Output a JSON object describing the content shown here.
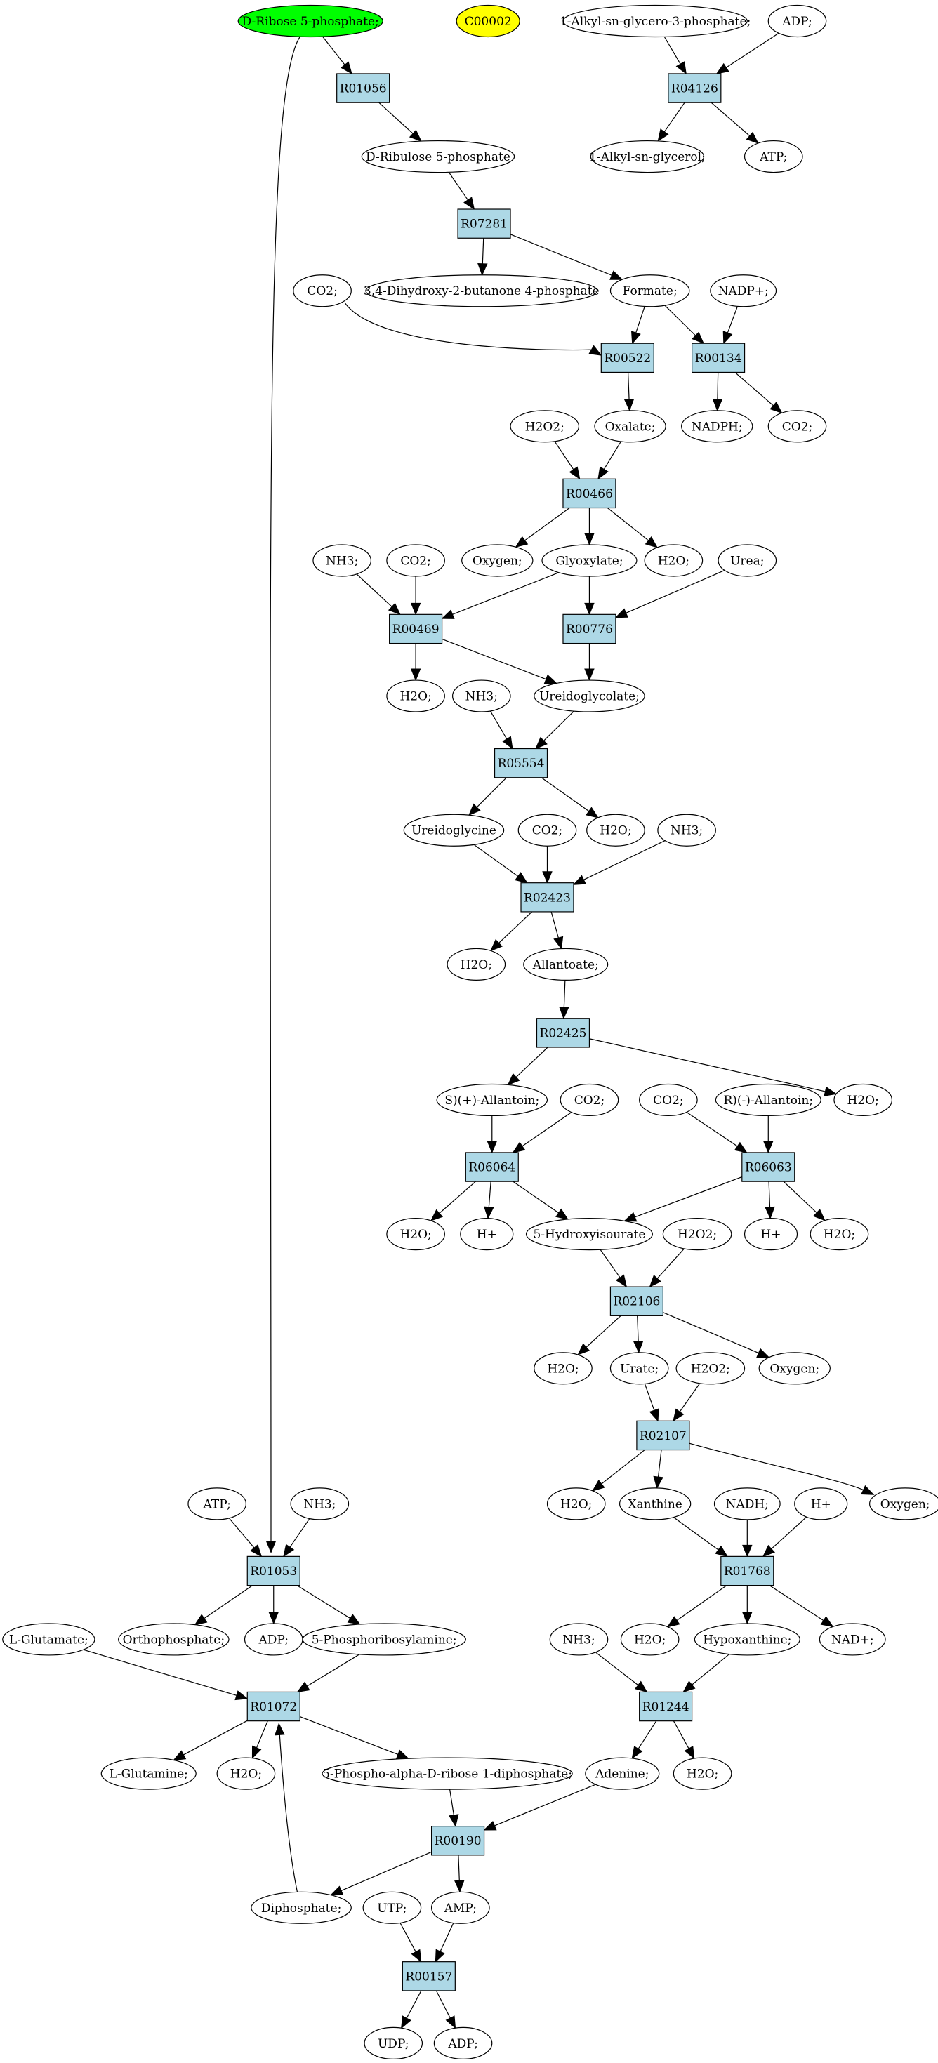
{
  "diagram": {
    "colors": {
      "reaction_fill": "#add8e6",
      "compound_fill": "#ffffff",
      "highlight_green": "#00ff00",
      "highlight_yellow": "#ffff00"
    },
    "reactions": [
      {
        "id": "r01056",
        "label": "R01056"
      },
      {
        "id": "r04126",
        "label": "R04126"
      },
      {
        "id": "r07281",
        "label": "R07281"
      },
      {
        "id": "r00522",
        "label": "R00522"
      },
      {
        "id": "r00134",
        "label": "R00134"
      },
      {
        "id": "r00466",
        "label": "R00466"
      },
      {
        "id": "r00469",
        "label": "R00469"
      },
      {
        "id": "r00776",
        "label": "R00776"
      },
      {
        "id": "r05554",
        "label": "R05554"
      },
      {
        "id": "r02423",
        "label": "R02423"
      },
      {
        "id": "r02425",
        "label": "R02425"
      },
      {
        "id": "r06064",
        "label": "R06064"
      },
      {
        "id": "r06063",
        "label": "R06063"
      },
      {
        "id": "r02106",
        "label": "R02106"
      },
      {
        "id": "r02107",
        "label": "R02107"
      },
      {
        "id": "r01768",
        "label": "R01768"
      },
      {
        "id": "r01053",
        "label": "R01053"
      },
      {
        "id": "r01244",
        "label": "R01244"
      },
      {
        "id": "r01072",
        "label": "R01072"
      },
      {
        "id": "r00190",
        "label": "R00190"
      },
      {
        "id": "r00157",
        "label": "R00157"
      }
    ],
    "compounds": [
      {
        "id": "c_ribose5p",
        "label": "D-Ribose 5-phosphate;",
        "color": "#00ff00"
      },
      {
        "id": "c_c00002",
        "label": "C00002",
        "color": "#ffff00"
      },
      {
        "id": "c_alkylglycerop",
        "label": "1-Alkyl-sn-glycero-3-phosphate;"
      },
      {
        "id": "c_adp_1",
        "label": "ADP;"
      },
      {
        "id": "c_ribulose5p",
        "label": "D-Ribulose 5-phosphate"
      },
      {
        "id": "c_alkylglycerol",
        "label": "1-Alkyl-sn-glycerol;"
      },
      {
        "id": "c_atp_1",
        "label": "ATP;"
      },
      {
        "id": "c_dhbp",
        "label": "3,4-Dihydroxy-2-butanone 4-phosphate"
      },
      {
        "id": "c_co2_1",
        "label": "CO2;"
      },
      {
        "id": "c_formate",
        "label": "Formate;"
      },
      {
        "id": "c_nadp",
        "label": "NADP+;"
      },
      {
        "id": "c_h2o2_1",
        "label": "H2O2;"
      },
      {
        "id": "c_oxalate",
        "label": "Oxalate;"
      },
      {
        "id": "c_nadph",
        "label": "NADPH;"
      },
      {
        "id": "c_co2_2",
        "label": "CO2;"
      },
      {
        "id": "c_nh3_1",
        "label": "NH3;"
      },
      {
        "id": "c_co2_3",
        "label": "CO2;"
      },
      {
        "id": "c_oxygen_1",
        "label": "Oxygen;"
      },
      {
        "id": "c_glyoxylate",
        "label": "Glyoxylate;"
      },
      {
        "id": "c_h2o_1",
        "label": "H2O;"
      },
      {
        "id": "c_urea",
        "label": "Urea;"
      },
      {
        "id": "c_h2o_2",
        "label": "H2O;"
      },
      {
        "id": "c_nh3_2",
        "label": "NH3;"
      },
      {
        "id": "c_ureidoglycolate",
        "label": "Ureidoglycolate;"
      },
      {
        "id": "c_ureidoglycine",
        "label": "Ureidoglycine"
      },
      {
        "id": "c_co2_4",
        "label": "CO2;"
      },
      {
        "id": "c_h2o_3",
        "label": "H2O;"
      },
      {
        "id": "c_nh3_3",
        "label": "NH3;"
      },
      {
        "id": "c_h2o_4",
        "label": "H2O;"
      },
      {
        "id": "c_allantoate",
        "label": "Allantoate;"
      },
      {
        "id": "c_s_allantoin",
        "label": "S)(+)-Allantoin;"
      },
      {
        "id": "c_co2_5",
        "label": "CO2;"
      },
      {
        "id": "c_co2_6",
        "label": "CO2;"
      },
      {
        "id": "c_r_allantoin",
        "label": "R)(-)-Allantoin;"
      },
      {
        "id": "c_h2o_5",
        "label": "H2O;"
      },
      {
        "id": "c_h2o_6",
        "label": "H2O;"
      },
      {
        "id": "c_hplus_1",
        "label": "H+"
      },
      {
        "id": "c_hiu",
        "label": "5-Hydroxyisourate"
      },
      {
        "id": "c_h2o2_2",
        "label": "H2O2;"
      },
      {
        "id": "c_hplus_2",
        "label": "H+"
      },
      {
        "id": "c_h2o_7",
        "label": "H2O;"
      },
      {
        "id": "c_h2o_8",
        "label": "H2O;"
      },
      {
        "id": "c_urate",
        "label": "Urate;"
      },
      {
        "id": "c_h2o2_3",
        "label": "H2O2;"
      },
      {
        "id": "c_oxygen_2",
        "label": "Oxygen;"
      },
      {
        "id": "c_h2o_9",
        "label": "H2O;"
      },
      {
        "id": "c_xanthine",
        "label": "Xanthine"
      },
      {
        "id": "c_nadh",
        "label": "NADH;"
      },
      {
        "id": "c_hplus_3",
        "label": "H+"
      },
      {
        "id": "c_oxygen_3",
        "label": "Oxygen;"
      },
      {
        "id": "c_atp_2",
        "label": "ATP;"
      },
      {
        "id": "c_nh3_4",
        "label": "NH3;"
      },
      {
        "id": "c_lglutamate",
        "label": "L-Glutamate;"
      },
      {
        "id": "c_orthophosphate",
        "label": "Orthophosphate;"
      },
      {
        "id": "c_adp_2",
        "label": "ADP;"
      },
      {
        "id": "c_pra",
        "label": "5-Phosphoribosylamine;"
      },
      {
        "id": "c_nh3_5",
        "label": "NH3;"
      },
      {
        "id": "c_h2o_10",
        "label": "H2O;"
      },
      {
        "id": "c_hypoxanthine",
        "label": "Hypoxanthine;"
      },
      {
        "id": "c_nad",
        "label": "NAD+;"
      },
      {
        "id": "c_lglutamine",
        "label": "L-Glutamine;"
      },
      {
        "id": "c_h2o_11",
        "label": "H2O;"
      },
      {
        "id": "c_prpp",
        "label": "5-Phospho-alpha-D-ribose 1-diphosphate;"
      },
      {
        "id": "c_adenine",
        "label": "Adenine;"
      },
      {
        "id": "c_h2o_12",
        "label": "H2O;"
      },
      {
        "id": "c_diphosphate",
        "label": "Diphosphate;"
      },
      {
        "id": "c_utp",
        "label": "UTP;"
      },
      {
        "id": "c_amp",
        "label": "AMP;"
      },
      {
        "id": "c_udp",
        "label": "UDP;"
      },
      {
        "id": "c_adp_3",
        "label": "ADP;"
      }
    ],
    "edges": [
      {
        "from": "c_ribose5p",
        "to": "r01056"
      },
      {
        "from": "c_ribose5p",
        "to": "r01053"
      },
      {
        "from": "r01056",
        "to": "c_ribulose5p"
      },
      {
        "from": "c_alkylglycerop",
        "to": "r04126"
      },
      {
        "from": "c_adp_1",
        "to": "r04126"
      },
      {
        "from": "r04126",
        "to": "c_alkylglycerol"
      },
      {
        "from": "r04126",
        "to": "c_atp_1"
      },
      {
        "from": "c_ribulose5p",
        "to": "r07281"
      },
      {
        "from": "r07281",
        "to": "c_dhbp"
      },
      {
        "from": "r07281",
        "to": "c_formate"
      },
      {
        "from": "c_co2_1",
        "to": "r00522"
      },
      {
        "from": "c_formate",
        "to": "r00522"
      },
      {
        "from": "c_formate",
        "to": "r00134"
      },
      {
        "from": "c_nadp",
        "to": "r00134"
      },
      {
        "from": "r00522",
        "to": "c_oxalate"
      },
      {
        "from": "r00134",
        "to": "c_nadph"
      },
      {
        "from": "r00134",
        "to": "c_co2_2"
      },
      {
        "from": "c_h2o2_1",
        "to": "r00466"
      },
      {
        "from": "c_oxalate",
        "to": "r00466"
      },
      {
        "from": "r00466",
        "to": "c_oxygen_1"
      },
      {
        "from": "r00466",
        "to": "c_glyoxylate"
      },
      {
        "from": "r00466",
        "to": "c_h2o_1"
      },
      {
        "from": "c_nh3_1",
        "to": "r00469"
      },
      {
        "from": "c_co2_3",
        "to": "r00469"
      },
      {
        "from": "c_glyoxylate",
        "to": "r00469"
      },
      {
        "from": "c_glyoxylate",
        "to": "r00776"
      },
      {
        "from": "c_urea",
        "to": "r00776"
      },
      {
        "from": "r00469",
        "to": "c_h2o_2"
      },
      {
        "from": "r00469",
        "to": "c_ureidoglycolate"
      },
      {
        "from": "r00776",
        "to": "c_ureidoglycolate"
      },
      {
        "from": "c_nh3_2",
        "to": "r05554"
      },
      {
        "from": "c_ureidoglycolate",
        "to": "r05554"
      },
      {
        "from": "r05554",
        "to": "c_ureidoglycine"
      },
      {
        "from": "r05554",
        "to": "c_h2o_3"
      },
      {
        "from": "c_ureidoglycine",
        "to": "r02423"
      },
      {
        "from": "c_co2_4",
        "to": "r02423"
      },
      {
        "from": "c_nh3_3",
        "to": "r02423"
      },
      {
        "from": "r02423",
        "to": "c_h2o_4"
      },
      {
        "from": "r02423",
        "to": "c_allantoate"
      },
      {
        "from": "c_allantoate",
        "to": "r02425"
      },
      {
        "from": "r02425",
        "to": "c_s_allantoin"
      },
      {
        "from": "r02425",
        "to": "c_h2o_5"
      },
      {
        "from": "c_s_allantoin",
        "to": "r06064"
      },
      {
        "from": "c_co2_5",
        "to": "r06064"
      },
      {
        "from": "c_co2_6",
        "to": "r06063"
      },
      {
        "from": "c_r_allantoin",
        "to": "r06063"
      },
      {
        "from": "r06064",
        "to": "c_h2o_6"
      },
      {
        "from": "r06064",
        "to": "c_hplus_1"
      },
      {
        "from": "r06064",
        "to": "c_hiu"
      },
      {
        "from": "r06063",
        "to": "c_hiu"
      },
      {
        "from": "r06063",
        "to": "c_hplus_2"
      },
      {
        "from": "r06063",
        "to": "c_h2o_7"
      },
      {
        "from": "c_hiu",
        "to": "r02106"
      },
      {
        "from": "c_h2o2_2",
        "to": "r02106"
      },
      {
        "from": "r02106",
        "to": "c_h2o_8"
      },
      {
        "from": "r02106",
        "to": "c_urate"
      },
      {
        "from": "r02106",
        "to": "c_oxygen_2"
      },
      {
        "from": "c_urate",
        "to": "r02107"
      },
      {
        "from": "c_h2o2_3",
        "to": "r02107"
      },
      {
        "from": "r02107",
        "to": "c_h2o_9"
      },
      {
        "from": "r02107",
        "to": "c_xanthine"
      },
      {
        "from": "r02107",
        "to": "c_oxygen_3"
      },
      {
        "from": "c_xanthine",
        "to": "r01768"
      },
      {
        "from": "c_nadh",
        "to": "r01768"
      },
      {
        "from": "c_hplus_3",
        "to": "r01768"
      },
      {
        "from": "r01768",
        "to": "c_h2o_10"
      },
      {
        "from": "r01768",
        "to": "c_hypoxanthine"
      },
      {
        "from": "r01768",
        "to": "c_nad"
      },
      {
        "from": "c_atp_2",
        "to": "r01053"
      },
      {
        "from": "c_nh3_4",
        "to": "r01053"
      },
      {
        "from": "r01053",
        "to": "c_orthophosphate"
      },
      {
        "from": "r01053",
        "to": "c_adp_2"
      },
      {
        "from": "r01053",
        "to": "c_pra"
      },
      {
        "from": "c_lglutamate",
        "to": "r01072"
      },
      {
        "from": "c_pra",
        "to": "r01072"
      },
      {
        "from": "c_diphosphate",
        "to": "r01072"
      },
      {
        "from": "r01072",
        "to": "c_lglutamine"
      },
      {
        "from": "r01072",
        "to": "c_h2o_11"
      },
      {
        "from": "r01072",
        "to": "c_prpp"
      },
      {
        "from": "c_nh3_5",
        "to": "r01244"
      },
      {
        "from": "c_hypoxanthine",
        "to": "r01244"
      },
      {
        "from": "r01244",
        "to": "c_adenine"
      },
      {
        "from": "r01244",
        "to": "c_h2o_12"
      },
      {
        "from": "c_prpp",
        "to": "r00190"
      },
      {
        "from": "c_adenine",
        "to": "r00190"
      },
      {
        "from": "r00190",
        "to": "c_diphosphate"
      },
      {
        "from": "r00190",
        "to": "c_amp"
      },
      {
        "from": "c_utp",
        "to": "r00157"
      },
      {
        "from": "c_amp",
        "to": "r00157"
      },
      {
        "from": "r00157",
        "to": "c_udp"
      },
      {
        "from": "r00157",
        "to": "c_adp_3"
      }
    ]
  }
}
